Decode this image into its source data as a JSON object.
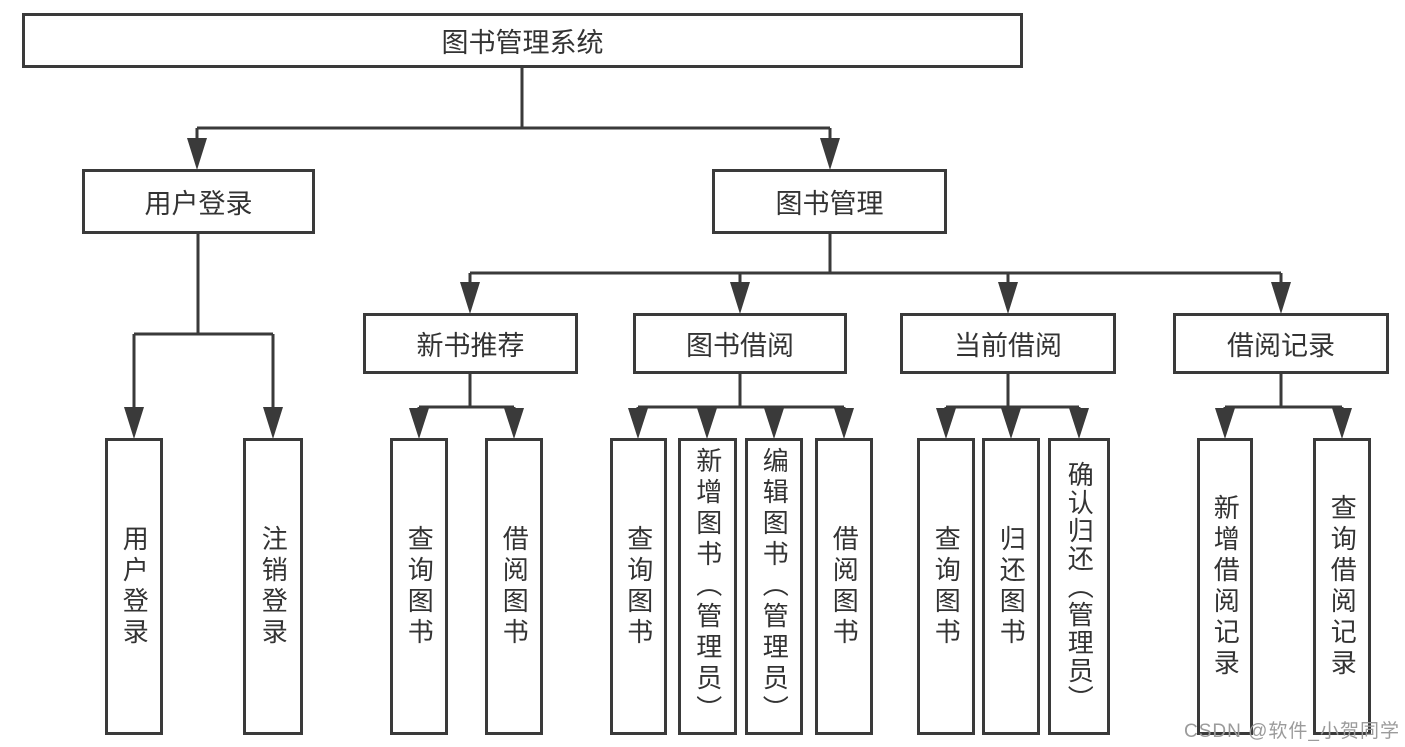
{
  "diagram": {
    "type": "hierarchy-tree",
    "watermark": "CSDN @软件_小贺同学",
    "colors": {
      "line": "#3a3a3a",
      "text": "#333333",
      "background": "#ffffff",
      "watermark": "#9b9b9b"
    },
    "root": {
      "label": "图书管理系统",
      "children": [
        {
          "label": "用户登录",
          "children": [
            {
              "label": "用户登录"
            },
            {
              "label": "注销登录"
            }
          ]
        },
        {
          "label": "图书管理",
          "children": [
            {
              "label": "新书推荐",
              "children": [
                {
                  "label": "查询图书"
                },
                {
                  "label": "借阅图书"
                }
              ]
            },
            {
              "label": "图书借阅",
              "children": [
                {
                  "label": "查询图书"
                },
                {
                  "label": "新增图书（管理员）"
                },
                {
                  "label": "编辑图书（管理员）"
                },
                {
                  "label": "借阅图书"
                }
              ]
            },
            {
              "label": "当前借阅",
              "children": [
                {
                  "label": "查询图书"
                },
                {
                  "label": "归还图书"
                },
                {
                  "label": "确认归还（管理员）"
                }
              ]
            },
            {
              "label": "借阅记录",
              "children": [
                {
                  "label": "新增借阅记录"
                },
                {
                  "label": "查询借阅记录"
                }
              ]
            }
          ]
        }
      ]
    }
  }
}
